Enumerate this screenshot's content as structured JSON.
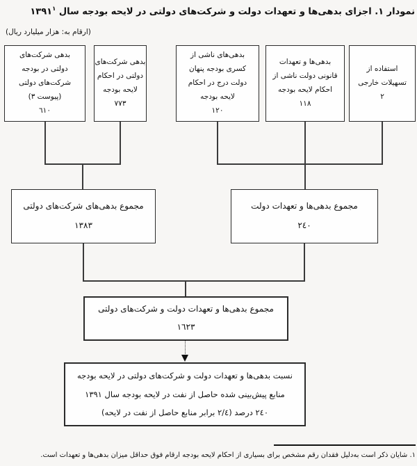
{
  "title": {
    "text": "نمودار ١. اجزای بدهی‌ها و تعهدات دولت و شرکت‌های دولتی در لایحه بودجه سال ١٣٩١",
    "footnote_ref": "١"
  },
  "unit_note": "(ارقام به: هزار میلیارد ریال)",
  "nodes": {
    "top": [
      {
        "text": "بدهی شرکت‌های\nدولتی در بودجه\nشرکت‌های دولتی\n(پیوست ٣)",
        "value": "٦١٠"
      },
      {
        "text": "بدهی شرکت‌های\nدولتی در احکام\nلایحه بودجه",
        "value": "٧٧٣"
      },
      {
        "text": "بدهی‌های ناشی از\nکسری بودجه پنهان\nدولت درج در احکام\nلایحه بودجه",
        "value": "١٢٠"
      },
      {
        "text": "بدهی‌ها و تعهدات\nقانونی دولت ناشی از\nاحکام لایحه بودجه",
        "value": "١١٨"
      },
      {
        "text": "استفاده از\nتسهیلات خارجی",
        "value": "٢"
      }
    ],
    "soe_total": {
      "text": "مجموع بدهی‌های شرکت‌های دولتی",
      "value": "١٣٨٣"
    },
    "gov_total": {
      "text": "مجموع بدهی‌ها و تعهدات دولت",
      "value": "٢٤٠"
    },
    "grand_total": {
      "text": "مجموع بدهی‌ها و تعهدات دولت و شرکت‌های دولتی",
      "value": "١٦٢٣"
    },
    "ratio": {
      "text": "نسبت بدهی‌ها و تعهدات دولت و شرکت‌های دولتی در لایحه بودجه\nمنابع پیش‌بینی شده حاصل از نفت در لایحه بودجه سال ١٣٩١\n٢٤٠ درصد (٢/٤ برابر منابع حاصل از نفت در لایحه)"
    }
  },
  "footnote": "١. شایان ذکر است به‌دلیل فقدان رقم مشخص برای بسیاری از احکام لایحه بودجه ارقام فوق حداقل میزان بدهی‌ها و تعهدات است.",
  "colors": {
    "background": "#f7f6f4",
    "box_fill": "#fefefe",
    "box_border": "#2b2b2b",
    "line": "#3a3a3a",
    "text": "#111111"
  }
}
